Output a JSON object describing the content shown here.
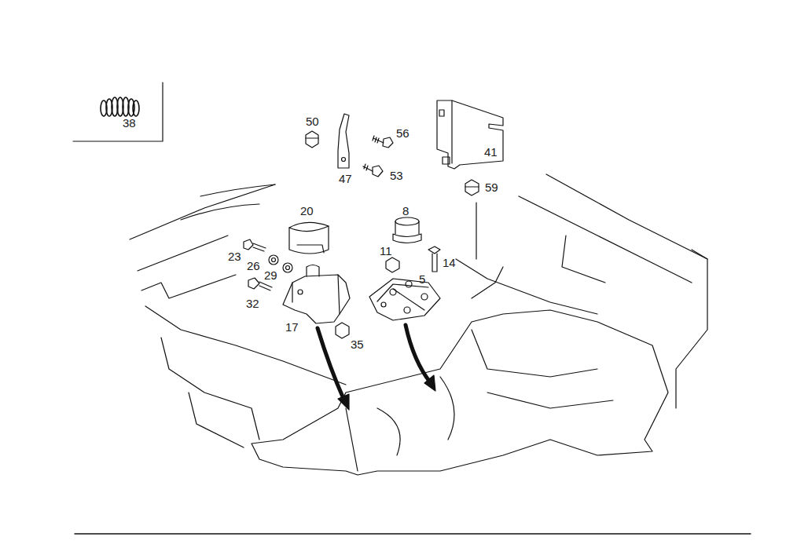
{
  "diagram": {
    "labels": [
      "38",
      "50",
      "56",
      "41",
      "47",
      "53",
      "59",
      "20",
      "8",
      "11",
      "14",
      "23",
      "26",
      "29",
      "5",
      "32",
      "17",
      "35"
    ]
  }
}
